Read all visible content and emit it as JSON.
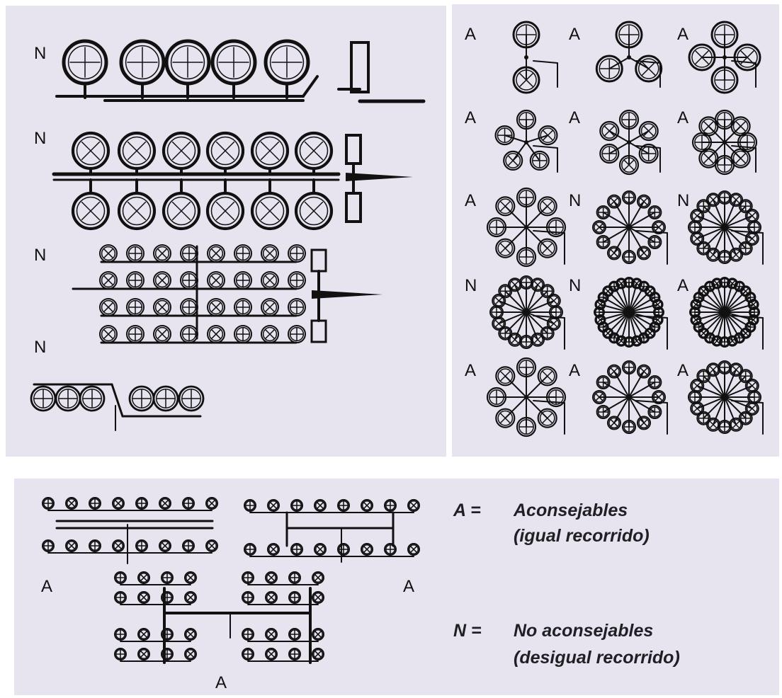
{
  "panels": {
    "left": {
      "labels": [
        "N",
        "N",
        "N",
        "N"
      ]
    },
    "right": {
      "labels": [
        "A",
        "A",
        "A",
        "A",
        "A",
        "A",
        "A",
        "N",
        "N",
        "N",
        "N",
        "A",
        "A",
        "A",
        "A"
      ]
    },
    "bottom": {
      "labels": [
        "A",
        "A",
        "A"
      ]
    }
  },
  "legend": {
    "a_key": "A =",
    "a_text": "Aconsejables",
    "a_sub": "(igual recorrido)",
    "n_key": "N =",
    "n_text": "No aconsejables",
    "n_sub": "(desigual recorrido)"
  },
  "colors": {
    "panel": "#e7e4f0",
    "ink": "#111111",
    "legend_text": "#1f1f24"
  },
  "icons": {
    "gauge": "circle-with-cross",
    "manifold": "pipe-line"
  }
}
